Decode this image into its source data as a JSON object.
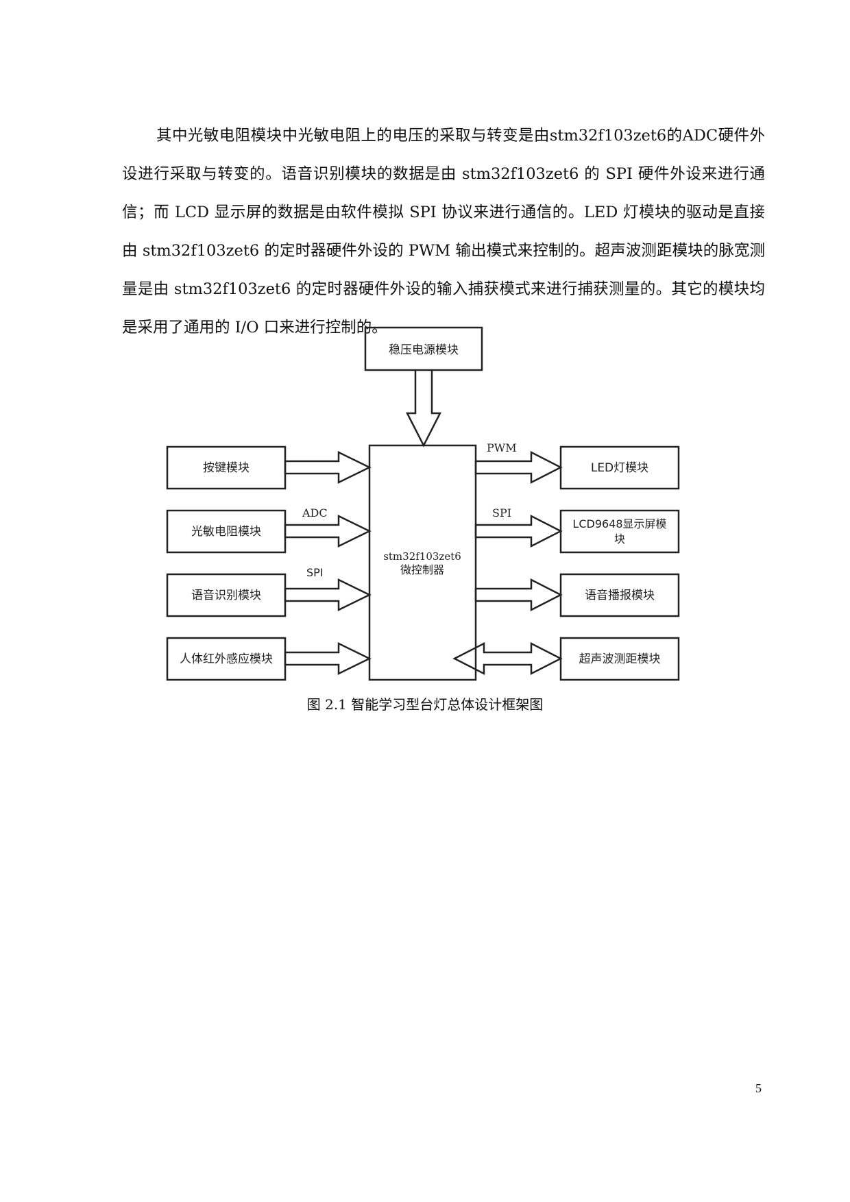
{
  "body_text": "其中光敏电阻模块中光敏电阻上的电压的采取与转变是由stm32f103zet6的ADC硬件外设进行采取与转变的。语音识别模块的数据是由 stm32f103zet6 的 SPI 硬件外设来进行通信；而 LCD 显示屏的数据是由软件模拟 SPI 协议来进行通信的。LED 灯模块的驱动是直接由 stm32f103zet6 的定时器硬件外设的 PWM 输出模式来控制的。超声波测距模块的脉宽测量是由 stm32f103zet6 的定时器硬件外设的输入捕获模式来进行捕获测量的。其它的模块均是采用了通用的 I/O 口来进行控制的。",
  "diagram": {
    "power": "稳压电源模块",
    "mcu": [
      "stm32f103zet6",
      "微控制器"
    ],
    "inputs": [
      "按键模块",
      "光敏电阻模块",
      "语音识别模块",
      "人体红外感应模块"
    ],
    "outputs": [
      [
        "LED灯模块"
      ],
      [
        "LCD9648显示屏模",
        "块"
      ],
      [
        "语音播报模块"
      ],
      [
        "超声波测距模块"
      ]
    ],
    "label_pwm": "PWM",
    "label_adc": "ADC",
    "label_spi_in": "SPI",
    "label_spi_out": "SPI"
  },
  "caption": "图 2.1  智能学习型台灯总体设计框架图",
  "page_number": "5"
}
